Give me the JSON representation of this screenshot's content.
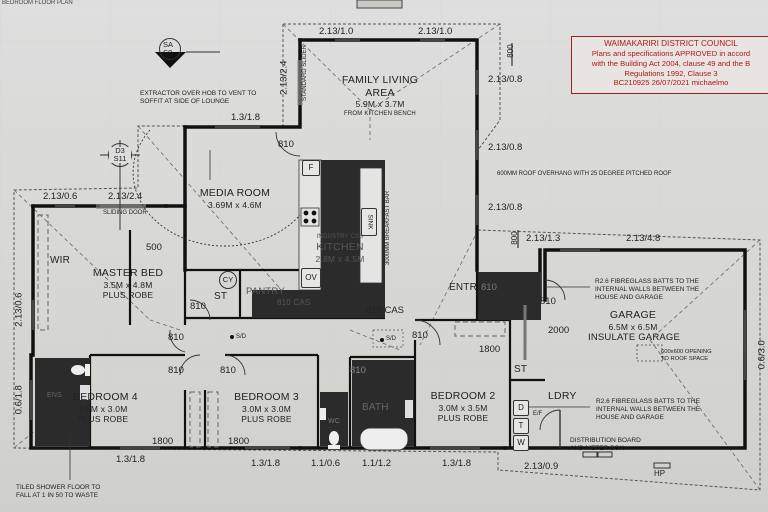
{
  "header_clip": "BEDROOM FLOOR PLAN",
  "council_stamp": {
    "line1": "WAIMAKARIRI DISTRICT COUNCIL",
    "line2": "Plans and specifications APPROVED in accord",
    "line3": "with the Building Act 2004, clause 49 and the B",
    "line4": "Regulations 1992, Clause 3",
    "line5": "BC210925  26/07/2021   michaelmo",
    "color": "#b01818"
  },
  "section_markers": [
    {
      "top": "SA",
      "bottom": "S8"
    },
    {
      "top": "D3",
      "bottom": "S11"
    }
  ],
  "notes": {
    "extractor": "EXTRACTOR OVER HOB TO VENT TO SOFFIT AT SIDE OF LOUNGE",
    "extractor_l1": "EXTRACTOR OVER HOB TO VENT TO",
    "extractor_l2": "SOFFIT AT SIDE OF LOUNGE",
    "standard_slider": "STANDARD SLIDER",
    "sliding_door": "SLIDING DOOR",
    "roof_overhang": "600MM ROOF OVERHANG WITH 25 DEGREE PITCHED ROOF",
    "breakfast_bar": "3000MM BREAKFAST BAR",
    "batts_1_l1": "R2.6 FIBREGLASS BATTS TO THE",
    "batts_1_l2": "INTERNAL WALLS BETWEEN THE",
    "batts_1_l3": "HOUSE AND GARAGE",
    "batts_2_l1": "R2.6 FIBREGLASS BATTS TO THE",
    "batts_2_l2": "INTERNAL WALLS BETWEEN THE",
    "batts_2_l3": "HOUSE AND GARAGE",
    "roof_opening_l1": "600x600 OPENING",
    "roof_opening_l2": "TO ROOF SPACE",
    "dist_board_l1": "DISTRIBUTION BOARD",
    "dist_board_l2": "AND METER BOX",
    "shower_l1": "TILED SHOWER FLOOR TO",
    "shower_l2": "FALL AT 1 IN 50 TO WASTE",
    "smoke_detector": "S/D",
    "hp": "HP",
    "ef": "E/F"
  },
  "rooms": {
    "family": {
      "name_l1": "FAMILY LIVING",
      "name_l2": "AREA",
      "dims": "5.9M x 3.7M",
      "note": "FROM KITCHEN BENCH"
    },
    "media": {
      "name": "MEDIA ROOM",
      "dims": "3.69M x 4.6M"
    },
    "kitchen": {
      "name": "KITCHEN",
      "dims": "2.8M x 4.5M",
      "hob": "INDUSTRY CSS"
    },
    "master": {
      "name": "MASTER BED",
      "dims": "3.5M x 4.8M",
      "robe": "PLUS ROBE"
    },
    "wir": {
      "name": "WIR"
    },
    "garage": {
      "name": "GARAGE",
      "dims": "6.5M x 6.5M",
      "note": "INSULATE GARAGE"
    },
    "entry": {
      "name": "ENTRY",
      "sub": "S/D"
    },
    "bed4": {
      "name": "BEDROOM 4",
      "dims": "3.0M x 3.0M",
      "robe": "PLUS ROBE"
    },
    "bed3": {
      "name": "BEDROOM 3",
      "dims": "3.0M x 3.0M",
      "robe": "PLUS ROBE"
    },
    "bed2": {
      "name": "BEDROOM 2",
      "dims": "3.0M x 3.5M",
      "robe": "PLUS ROBE"
    },
    "bath": {
      "name": "BATH"
    },
    "wc": {
      "name": "WC"
    },
    "ens": {
      "name": "ENS"
    },
    "ldry": {
      "name": "LDRY"
    },
    "pantry": {
      "name": "PANTRY",
      "door": "810 CAS"
    },
    "st1": {
      "name": "ST"
    },
    "st2": {
      "name": "ST"
    },
    "cy": {
      "name": "CY"
    }
  },
  "appliances": {
    "fridge": "F",
    "oven": "OV",
    "sink": "SINK",
    "dryer": "D",
    "tub": "T",
    "washer": "W"
  },
  "dimensions": {
    "fam_top_1": "2.13/1.0",
    "fam_top_2": "2.13/1.0",
    "fam_left": "2.13/2.4",
    "fam_right_1": "2.13/0.8",
    "fam_right_2": "2.13/0.8",
    "fam_right_3": "2.13/0.8",
    "media_top": "1.3/1.8",
    "master_top_1": "2.13/0.6",
    "master_top_2": "2.13/2.4",
    "left_1": "2.13/0.6",
    "left_2": "0.6/1.8",
    "garage_top_1": "2.13/1.3",
    "garage_top_2": "2.13/4.8",
    "garage_right": "0.6/3.0",
    "bottom_1": "1.3/1.8",
    "bottom_2": "1.3/1.8",
    "bottom_3": "1.1/0.6",
    "bottom_4": "1.1/1.2",
    "bottom_5": "1.3/1.8",
    "bottom_6": "2.13/0.9",
    "overhang_1": "800",
    "overhang_2": "800",
    "offset_500": "500",
    "door_810": "810",
    "cas_810": "810 CAS",
    "robe_1800": "1800",
    "garage_door_2000": "2000"
  }
}
